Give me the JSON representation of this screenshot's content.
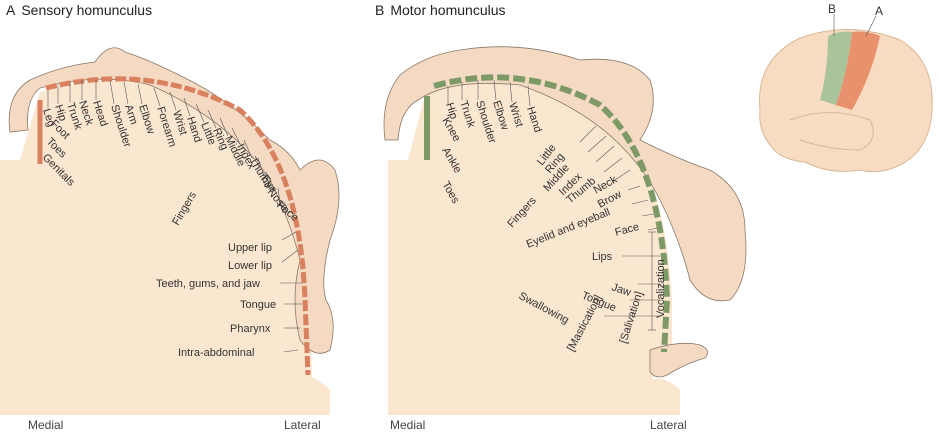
{
  "panels": {
    "sensory": {
      "letter": "A",
      "title": "Sensory homunculus",
      "medial": "Medial",
      "lateral": "Lateral",
      "labels": [
        "Leg",
        "Hip",
        "Trunk",
        "Neck",
        "Head",
        "Shoulder",
        "Arm",
        "Elbow",
        "Forearm",
        "Wrist",
        "Hand",
        "Little",
        "Ring",
        "Middle",
        "Index",
        "Thumb",
        "Eye",
        "Nose",
        "Face",
        "Foot",
        "Toes",
        "Genitals",
        "Fingers",
        "Upper lip",
        "Lower lip",
        "Teeth, gums, and jaw",
        "Tongue",
        "Pharynx",
        "Intra-abdominal"
      ],
      "colors": {
        "segment": "#d9805f",
        "tissue": "#fbe6d0"
      }
    },
    "motor": {
      "letter": "B",
      "title": "Motor homunculus",
      "medial": "Medial",
      "lateral": "Lateral",
      "labels": [
        "Hip",
        "Knee",
        "Ankle",
        "Toes",
        "Trunk",
        "Shoulder",
        "Elbow",
        "Wrist",
        "Hand",
        "Little",
        "Ring",
        "Middle",
        "Index",
        "Thumb",
        "Fingers",
        "Neck",
        "Brow",
        "Eyelid and eyeball",
        "Face",
        "Lips",
        "Jaw",
        "Tongue",
        "Swallowing",
        "[Mastication]",
        "[Salivation]",
        "Vocalization"
      ],
      "colors": {
        "segment": "#7d9a66",
        "tissue": "#fbe6d0"
      }
    },
    "brain": {
      "label_a": "A",
      "label_b": "B",
      "colors": {
        "brain": "#f8dcc1",
        "sensory": "#e8916c",
        "motor": "#a9c49a"
      }
    }
  }
}
